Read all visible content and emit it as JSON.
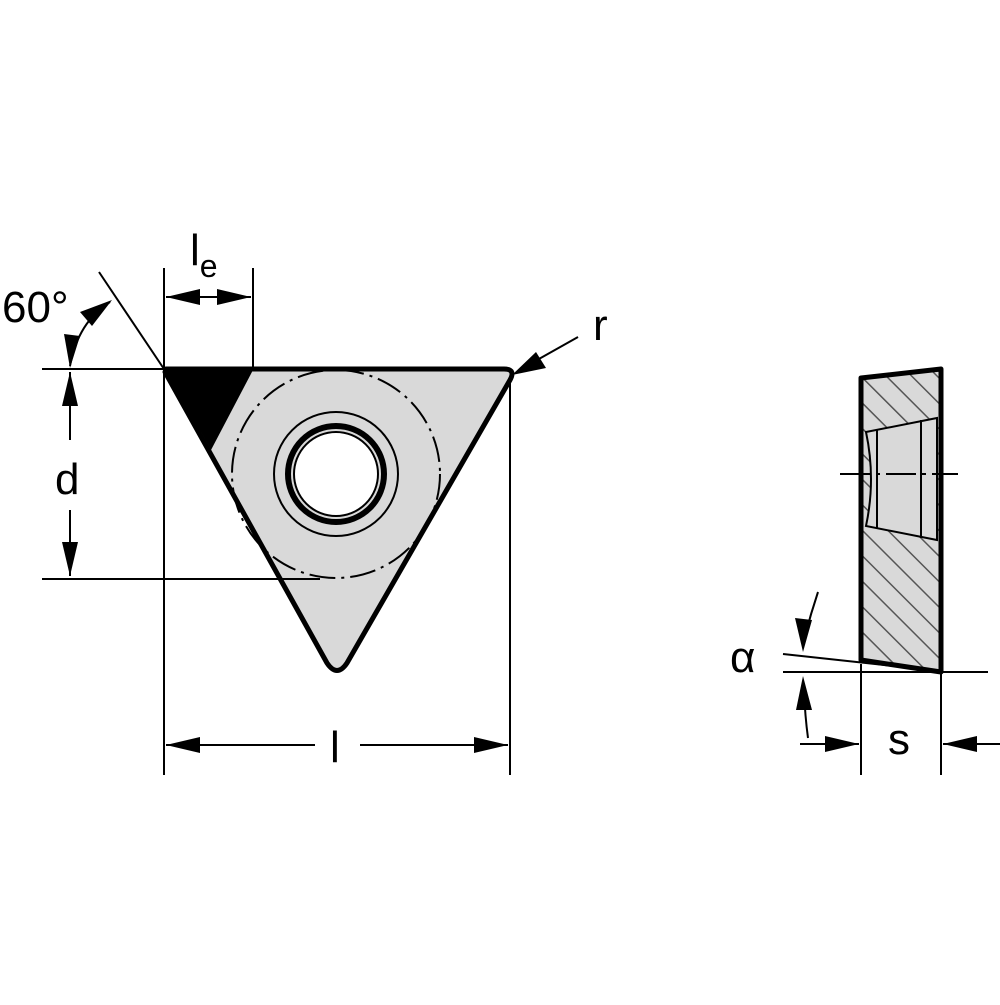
{
  "labels": {
    "angle": "60°",
    "le_main": "l",
    "le_sub": "e",
    "r": "r",
    "d": "d",
    "l": "l",
    "alpha": "α",
    "s": "s"
  },
  "colors": {
    "insert_fill": "#d9d9d9",
    "line": "#000000",
    "hatch": "#555555",
    "background": "#ffffff"
  }
}
